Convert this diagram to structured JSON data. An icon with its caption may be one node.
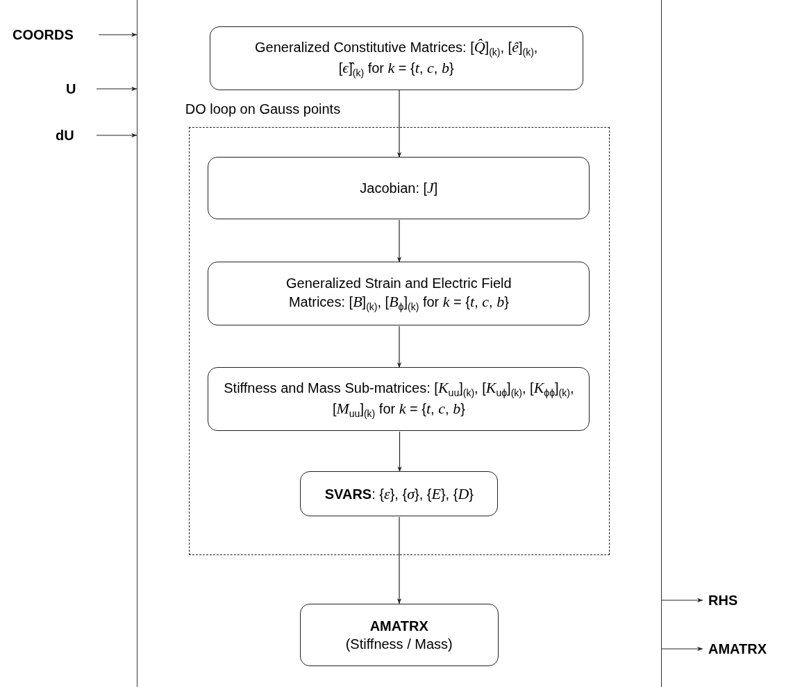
{
  "diagram": {
    "nodes": [
      {
        "text": [],
        "shape": "box"
      },
      {
        "text": [
          "Generalized Constitutive Matrices: [*Q̂*]$_{(k)}$, [*ê*]$_{(k)}$, [*ϵ̂*]$_{(k)}$ for *k* = {*t*, *c*, *b*}"
        ],
        "in": 0
      },
      {
        "text": [
          "DO loop on Gauss points"
        ],
        "in": 0
      },
      {
        "text": [
          "Jacobian: [*J*]"
        ],
        "in": 2
      },
      {
        "text": [
          "Generalized Strain and Electric Field Matrices: [*B*]$_{(k)}$, [*B*$_{ϕ}$]$_{(k)}$ for *k* = {*t*, *c*, *b*}"
        ],
        "in": 2
      },
      {
        "text": [
          "Stiffness and Mass Sub-matrices: [*K*$_{uu}$]$_{(k)}$, [*K*$_{uϕ}$]$_{(k)}$, [*K*$_{ϕϕ}$]$_{(k)}$, [*M*$_{uu}$]$_{(k)}$ for *k* = {*t*, *c*, *b*}"
        ],
        "in": 2
      },
      {
        "text": [
          "**SVARS**: {*ε*}, {*σ*}, {*E*}, {*D*}"
        ],
        "in": 2
      },
      {
        "text": [
          "AMATRX",
          "(Stiffness / Mass)"
        ],
        "in": 0
      },
      {
        "text": [
          "COORDS"
        ]
      },
      {
        "text": [
          "U"
        ]
      },
      {
        "text": [
          "dU"
        ]
      },
      {
        "text": [
          "RHS"
        ]
      },
      {
        "text": [
          "AMATRX"
        ]
      }
    ],
    "edges": [
      {
        "from": 1,
        "to": 3,
        "arrow": "to"
      },
      {
        "from": 3,
        "to": 4,
        "arrow": "to"
      },
      {
        "from": 4,
        "to": 5,
        "arrow": "to"
      },
      {
        "from": 5,
        "to": 6,
        "arrow": "to"
      },
      {
        "from": 6,
        "to": 7,
        "arrow": "to"
      },
      {
        "from": 8,
        "to": 0,
        "arrow": "to"
      },
      {
        "from": 9,
        "to": 0,
        "arrow": "to"
      },
      {
        "from": 10,
        "to": 0,
        "arrow": "to"
      },
      {
        "from": 0,
        "to": 11,
        "arrow": "to"
      },
      {
        "from": 0,
        "to": 12,
        "arrow": "to"
      }
    ]
  }
}
